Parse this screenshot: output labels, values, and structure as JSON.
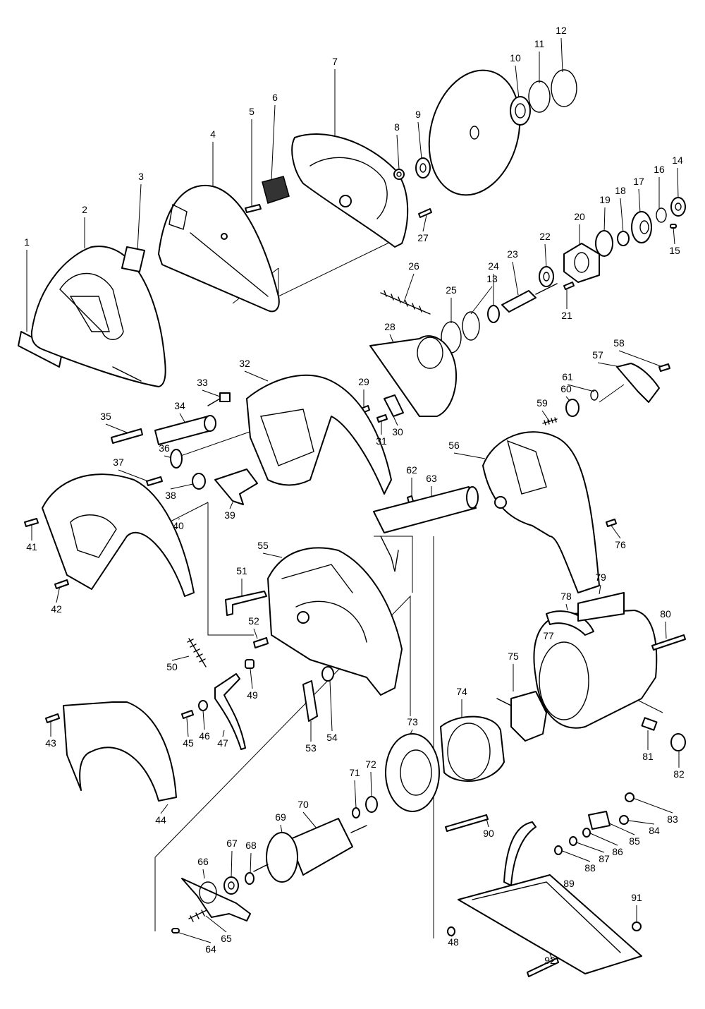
{
  "diagram": {
    "callouts": [
      "1",
      "2",
      "3",
      "4",
      "5",
      "6",
      "7",
      "8",
      "9",
      "10",
      "11",
      "12",
      "13",
      "14",
      "15",
      "16",
      "17",
      "18",
      "19",
      "20",
      "21",
      "22",
      "23",
      "24",
      "25",
      "26",
      "27",
      "28",
      "29",
      "30",
      "31",
      "32",
      "33",
      "34",
      "35",
      "36",
      "37",
      "38",
      "39",
      "40",
      "41",
      "42",
      "43",
      "44",
      "45",
      "46",
      "47",
      "48",
      "49",
      "50",
      "51",
      "52",
      "53",
      "54",
      "55",
      "56",
      "57",
      "58",
      "59",
      "60",
      "61",
      "62",
      "63",
      "64",
      "65",
      "66",
      "67",
      "68",
      "69",
      "70",
      "71",
      "72",
      "73",
      "74",
      "75",
      "76",
      "77",
      "78",
      "79",
      "80",
      "81",
      "82",
      "83",
      "84",
      "85",
      "86",
      "87",
      "88",
      "89",
      "90",
      "91",
      "92"
    ]
  },
  "colors": {
    "line": "#000000",
    "background": "#ffffff",
    "fill_dark": "#333333"
  }
}
